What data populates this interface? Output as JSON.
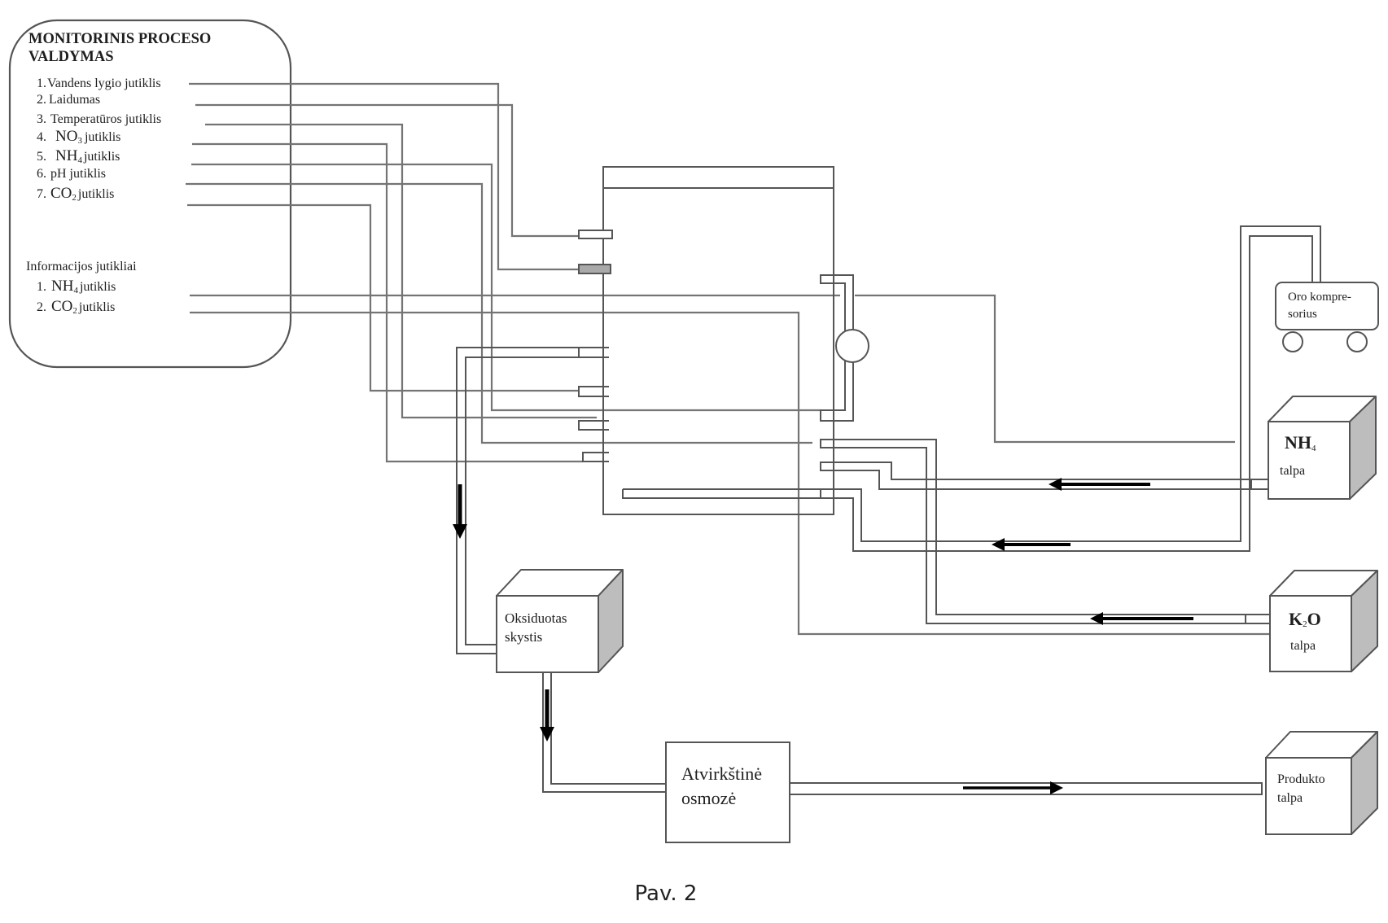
{
  "figure": {
    "caption": "Pav. 2"
  },
  "monitoring_panel": {
    "title_line1": "MONITORINIS PROCESO",
    "title_line2": "VALDYMAS",
    "control_sensors": [
      {
        "number": "1.",
        "text": "Vandens lygio jutiklis"
      },
      {
        "number": "2.",
        "text": "Laidumas"
      },
      {
        "number": "3.",
        "text": "Temperatūros jutiklis"
      },
      {
        "number": "4.",
        "formula": "NO",
        "subscript": "3",
        "text": "jutiklis"
      },
      {
        "number": "5.",
        "formula": "NH",
        "subscript": "4",
        "text": "jutiklis"
      },
      {
        "number": "6.",
        "text": "pH jutiklis"
      },
      {
        "number": "7.",
        "formula": "CO",
        "subscript": "2",
        "text": "jutiklis"
      }
    ],
    "info_heading": "Informacijos jutikliai",
    "info_sensors": [
      {
        "number": "1.",
        "formula": "NH",
        "subscript": "4",
        "text": "jutiklis"
      },
      {
        "number": "2.",
        "formula": "CO",
        "subscript": "2",
        "text": "jutiklis"
      }
    ]
  },
  "equipment": {
    "compressor": {
      "line1": "Oro kompre-",
      "line2": "sorius"
    },
    "nh4_tank": {
      "formula": "NH",
      "subscript": "4",
      "label": "talpa"
    },
    "k2o_tank": {
      "formula_a": "K",
      "subscript": "2",
      "formula_b": "O",
      "label": "talpa"
    },
    "oxidized_tank": {
      "line1": "Oksiduotas",
      "line2": "skystis"
    },
    "reverse_osmosis": {
      "line1": "Atvirkštinė",
      "line2": "osmozė"
    },
    "product_tank": {
      "line1": "Produkto",
      "line2": "talpa"
    }
  },
  "colors": {
    "line": "#555555",
    "wire": "#747474",
    "arrow": "#000000",
    "cube_side": "#bdbdbd",
    "text": "#1e1e1e"
  }
}
